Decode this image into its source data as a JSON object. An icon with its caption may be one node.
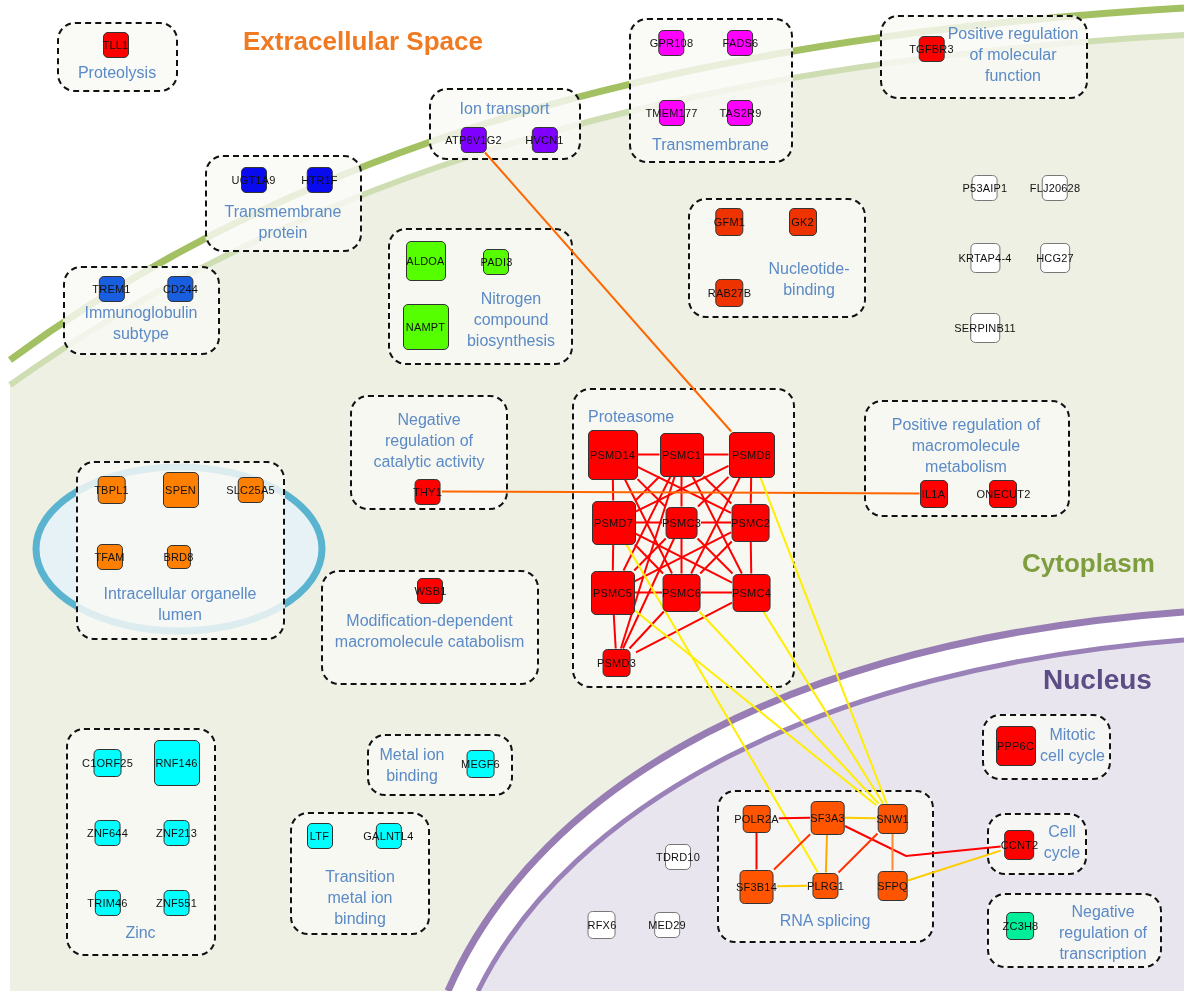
{
  "diagram": {
    "nodes": [
      {
        "text": [
          "Proteolysis"
        ]
      },
      {
        "text": [
          "TLL1"
        ],
        "in": 0
      },
      {
        "text": [
          "Ion transport"
        ]
      },
      {
        "text": [
          "ATP6V1G2"
        ],
        "in": 2
      },
      {
        "text": [
          "HVCN1"
        ],
        "in": 2
      },
      {
        "text": [
          "Transmembrane"
        ]
      },
      {
        "text": [
          "GPR108"
        ],
        "in": 5
      },
      {
        "text": [
          "FADS6"
        ],
        "in": 5
      },
      {
        "text": [
          "TMEM177"
        ],
        "in": 5
      },
      {
        "text": [
          "TAS2R9"
        ],
        "in": 5
      },
      {
        "text": [
          "Positive regulation of molecular function"
        ]
      },
      {
        "text": [
          "TGFBR3"
        ],
        "in": 10
      },
      {
        "text": [
          "Transmembrane protein"
        ]
      },
      {
        "text": [
          "UGT1A9"
        ],
        "in": 12
      },
      {
        "text": [
          "HTR1F"
        ],
        "in": 12
      },
      {
        "text": [
          "P53AIP1"
        ]
      },
      {
        "text": [
          "FLJ20628"
        ]
      },
      {
        "text": [
          "Nucleotide-binding"
        ]
      },
      {
        "text": [
          "GFM1"
        ],
        "in": 17
      },
      {
        "text": [
          "GK2"
        ],
        "in": 17
      },
      {
        "text": [
          "RAB27B"
        ],
        "in": 17
      },
      {
        "text": [
          "Nitrogen compound biosynthesis"
        ]
      },
      {
        "text": [
          "ALDOA"
        ],
        "in": 21
      },
      {
        "text": [
          "PADI3"
        ],
        "in": 21
      },
      {
        "text": [
          "NAMPT"
        ],
        "in": 21
      },
      {
        "text": [
          "Immunoglobulin subtype"
        ]
      },
      {
        "text": [
          "TREM1"
        ],
        "in": 25
      },
      {
        "text": [
          "CD244"
        ],
        "in": 25
      },
      {
        "text": [
          "KRTAP4-4"
        ]
      },
      {
        "text": [
          "HCG27"
        ]
      },
      {
        "text": [
          "SERPINB11"
        ]
      },
      {
        "text": [
          "Negative regulation of catalytic activity"
        ]
      },
      {
        "text": [
          "THY1"
        ],
        "in": 31
      },
      {
        "text": [
          "Proteasome"
        ]
      },
      {
        "text": [
          "PSMD14"
        ],
        "in": 33
      },
      {
        "text": [
          "PSMC1"
        ],
        "in": 33
      },
      {
        "text": [
          "PSMD8"
        ],
        "in": 33
      },
      {
        "text": [
          "PSMD7"
        ],
        "in": 33
      },
      {
        "text": [
          "PSMC3"
        ],
        "in": 33
      },
      {
        "text": [
          "PSMC2"
        ],
        "in": 33
      },
      {
        "text": [
          "PSMC5"
        ],
        "in": 33
      },
      {
        "text": [
          "PSMC6"
        ],
        "in": 33
      },
      {
        "text": [
          "PSMC4"
        ],
        "in": 33
      },
      {
        "text": [
          "PSMD3"
        ],
        "in": 33
      },
      {
        "text": [
          "Positive regulation of macromolecule metabolism"
        ]
      },
      {
        "text": [
          "IL1A"
        ],
        "in": 44
      },
      {
        "text": [
          "ONECUT2"
        ],
        "in": 44
      },
      {
        "text": [
          "Intracellular organelle lumen"
        ]
      },
      {
        "text": [
          "TBPL1"
        ],
        "in": 47
      },
      {
        "text": [
          "SPEN"
        ],
        "in": 47
      },
      {
        "text": [
          "SLC25A5"
        ],
        "in": 47
      },
      {
        "text": [
          "TFAM"
        ],
        "in": 47
      },
      {
        "text": [
          "BRD8"
        ],
        "in": 47
      },
      {
        "text": [
          "Modification-dependent macromolecule catabolism"
        ]
      },
      {
        "text": [
          "WSB1"
        ],
        "in": 53
      },
      {
        "text": [
          "Mitotic cell cycle"
        ]
      },
      {
        "text": [
          "PPP6C"
        ],
        "in": 55
      },
      {
        "text": [
          "Zinc"
        ]
      },
      {
        "text": [
          "C1ORF25"
        ],
        "in": 57
      },
      {
        "text": [
          "RNF146"
        ],
        "in": 57
      },
      {
        "text": [
          "ZNF644"
        ],
        "in": 57
      },
      {
        "text": [
          "ZNF213"
        ],
        "in": 57
      },
      {
        "text": [
          "TRIM46"
        ],
        "in": 57
      },
      {
        "text": [
          "ZNF551"
        ],
        "in": 57
      },
      {
        "text": [
          "Metal ion binding"
        ]
      },
      {
        "text": [
          "MEGF6"
        ],
        "in": 64
      },
      {
        "text": [
          "Transition metal ion binding"
        ]
      },
      {
        "text": [
          "LTF"
        ],
        "in": 66
      },
      {
        "text": [
          "GALNTL4"
        ],
        "in": 66
      },
      {
        "text": [
          "RNA splicing"
        ]
      },
      {
        "text": [
          "POLR2A"
        ],
        "in": 69
      },
      {
        "text": [
          "SF3A3"
        ],
        "in": 69
      },
      {
        "text": [
          "SNW1"
        ],
        "in": 69
      },
      {
        "text": [
          "SF3B14"
        ],
        "in": 69
      },
      {
        "text": [
          "PLRG1"
        ],
        "in": 69
      },
      {
        "text": [
          "SFPQ"
        ],
        "in": 69
      },
      {
        "text": [
          "Cell cycle"
        ]
      },
      {
        "text": [
          "CCNT2"
        ],
        "in": 76
      },
      {
        "text": [
          "TDRD10"
        ]
      },
      {
        "text": [
          "RFX6"
        ]
      },
      {
        "text": [
          "MED29"
        ]
      },
      {
        "text": [
          "Negative regulation of transcription"
        ]
      },
      {
        "text": [
          "ZC3H8"
        ],
        "in": 81
      }
    ],
    "edges": [
      {
        "from": 34,
        "to": 35,
        "arrow": "none"
      },
      {
        "from": 35,
        "to": 36,
        "arrow": "none"
      },
      {
        "from": 34,
        "to": 37,
        "arrow": "none"
      },
      {
        "from": 37,
        "to": 40,
        "arrow": "none"
      },
      {
        "from": 40,
        "to": 43,
        "arrow": "none"
      },
      {
        "from": 36,
        "to": 39,
        "arrow": "none"
      },
      {
        "from": 39,
        "to": 42,
        "arrow": "none"
      },
      {
        "from": 35,
        "to": 38,
        "arrow": "none"
      },
      {
        "from": 38,
        "to": 41,
        "arrow": "none"
      },
      {
        "from": 37,
        "to": 38,
        "arrow": "none"
      },
      {
        "from": 38,
        "to": 39,
        "arrow": "none"
      },
      {
        "from": 40,
        "to": 41,
        "arrow": "none"
      },
      {
        "from": 41,
        "to": 42,
        "arrow": "none"
      },
      {
        "from": 34,
        "to": 38,
        "arrow": "none"
      },
      {
        "from": 34,
        "to": 39,
        "arrow": "none"
      },
      {
        "from": 34,
        "to": 41,
        "arrow": "none"
      },
      {
        "from": 35,
        "to": 37,
        "arrow": "none"
      },
      {
        "from": 35,
        "to": 39,
        "arrow": "none"
      },
      {
        "from": 35,
        "to": 40,
        "arrow": "none"
      },
      {
        "from": 35,
        "to": 42,
        "arrow": "none"
      },
      {
        "from": 35,
        "to": 43,
        "arrow": "none"
      },
      {
        "from": 36,
        "to": 37,
        "arrow": "none"
      },
      {
        "from": 36,
        "to": 38,
        "arrow": "none"
      },
      {
        "from": 36,
        "to": 41,
        "arrow": "none"
      },
      {
        "from": 37,
        "to": 41,
        "arrow": "none"
      },
      {
        "from": 37,
        "to": 42,
        "arrow": "none"
      },
      {
        "from": 38,
        "to": 40,
        "arrow": "none"
      },
      {
        "from": 38,
        "to": 42,
        "arrow": "none"
      },
      {
        "from": 38,
        "to": 43,
        "arrow": "none"
      },
      {
        "from": 39,
        "to": 40,
        "arrow": "none"
      },
      {
        "from": 39,
        "to": 41,
        "arrow": "none"
      },
      {
        "from": 41,
        "to": 43,
        "arrow": "none"
      },
      {
        "from": 42,
        "to": 43,
        "arrow": "none"
      },
      {
        "from": 3,
        "to": 36,
        "arrow": "none",
        "color": "#ff6600"
      },
      {
        "from": 32,
        "to": 45,
        "arrow": "none",
        "color": "#ff6600"
      },
      {
        "from": 37,
        "to": 74,
        "arrow": "none",
        "color": "#ffee00"
      },
      {
        "from": 40,
        "to": 72,
        "arrow": "none",
        "color": "#ffee00"
      },
      {
        "from": 41,
        "to": 72,
        "arrow": "none",
        "color": "#ffee00"
      },
      {
        "from": 36,
        "to": 72,
        "arrow": "none",
        "color": "#ffee00"
      },
      {
        "from": 42,
        "to": 72,
        "arrow": "none",
        "color": "#ffee00"
      },
      {
        "from": 70,
        "to": 71,
        "arrow": "none"
      },
      {
        "from": 71,
        "to": 77,
        "arrow": "none"
      },
      {
        "from": 70,
        "to": 73,
        "arrow": "none"
      },
      {
        "from": 71,
        "to": 72,
        "arrow": "none",
        "color": "#ffcc00"
      },
      {
        "from": 71,
        "to": 73,
        "arrow": "none",
        "color": "#ff3300"
      },
      {
        "from": 71,
        "to": 74,
        "arrow": "none",
        "color": "#ffaa00"
      },
      {
        "from": 72,
        "to": 74,
        "arrow": "none",
        "color": "#ff3300"
      },
      {
        "from": 72,
        "to": 75,
        "arrow": "none",
        "color": "#ff8833"
      },
      {
        "from": 73,
        "to": 74,
        "arrow": "none",
        "color": "#ffcc00"
      },
      {
        "from": 75,
        "to": 77,
        "arrow": "none",
        "color": "#ffcc00"
      }
    ],
    "labels": [
      "Extracellular Space",
      "Cytoplasm",
      "Nucleus"
    ]
  }
}
